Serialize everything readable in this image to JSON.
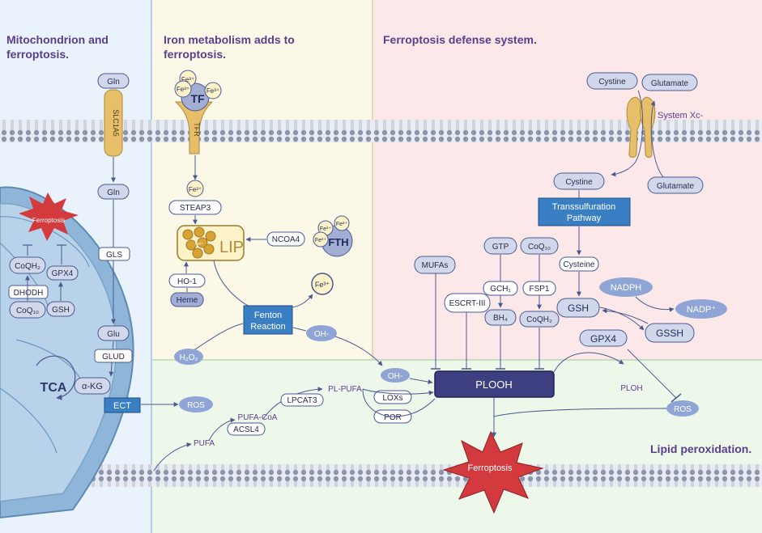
{
  "titles": {
    "mito": "Mitochondrion and",
    "mito2": "ferroptosis.",
    "iron": "Iron metabolism adds to",
    "iron2": "ferroptosis.",
    "defense": "Ferroptosis defense system.",
    "lipid": "Lipid peroxidation."
  },
  "mito": {
    "ferroptosis": "Ferroptosis",
    "coqh2": "CoQH₂",
    "gpx4": "GPX4",
    "dhodh": "DHODH",
    "coq10": "CoQ₁₀",
    "gsh": "GSH",
    "tca": "TCA",
    "akg": "α-KG",
    "ect": "ECT",
    "ros": "ROS"
  },
  "gln_path": {
    "gln_top": "Gln",
    "slc1a5": "SLC1A5",
    "gln_mid": "Gln",
    "gls": "GLS",
    "glu": "Glu",
    "glud": "GLUD"
  },
  "iron": {
    "fe3_a": "Fe³⁺",
    "fe3_b": "Fe³⁺",
    "fe3_c": "Fe³⁺",
    "tf": "TF",
    "tfr": "TFR",
    "fe3_in": "Fe³⁺",
    "steap3": "STEAP3",
    "lip": "LIP",
    "fe2": "Fe²⁺",
    "ncoa4": "NCOA4",
    "fth": "FTH",
    "fth_fe_a": "Fe³⁺",
    "fth_fe_b": "Fe³⁺",
    "fth_fe_c": "Fe³⁺",
    "ho1": "HO-1",
    "heme": "Heme",
    "fenton1": "Fenton",
    "fenton2": "Reaction",
    "fe3_out": "Fe³⁺",
    "h2o2": "H₂O₂",
    "oh1": "OH-"
  },
  "defense": {
    "cystine_top": "Cystine",
    "glutamate_top": "Glutamate",
    "system_xc": "System Xc-",
    "cystine": "Cystine",
    "glutamate": "Glutamate",
    "trans1": "Transsulfuration",
    "trans2": "Pathway",
    "cysteine": "Cysteine",
    "gtp": "GTP",
    "coq10": "CoQ₁₀",
    "gch1": "GCH₁",
    "fsp1": "FSP1",
    "bh4": "BH₄",
    "coqh2": "CoQH₂",
    "mufas": "MUFAs",
    "escrt": "ESCRT-III",
    "nadph": "NADPH",
    "nadp": "NADP⁺",
    "gsh": "GSH",
    "gssh": "GSSH",
    "gpx4": "GPX4"
  },
  "lipid": {
    "plooh": "PLOOH",
    "ploh": "PLOH",
    "ros": "ROS",
    "oh2": "OH-",
    "loxs": "LOXs",
    "por": "POR",
    "pl_pufa": "PL-PUFA",
    "lpcat3": "LPCAT3",
    "pufa_coa": "PUFA-CoA",
    "acsl4": "ACSL4",
    "pufa": "PUFA",
    "ferroptosis": "Ferroptosis"
  },
  "colors": {
    "title": "#5a3e8e",
    "pathway_box": "#3a7fc4",
    "node_fill": "#d2d8ec",
    "node_dark": "#3d3f80",
    "ros_fill": "#8fa5d6",
    "star": "#d33a3e",
    "transporter": "#e7bf6b"
  }
}
